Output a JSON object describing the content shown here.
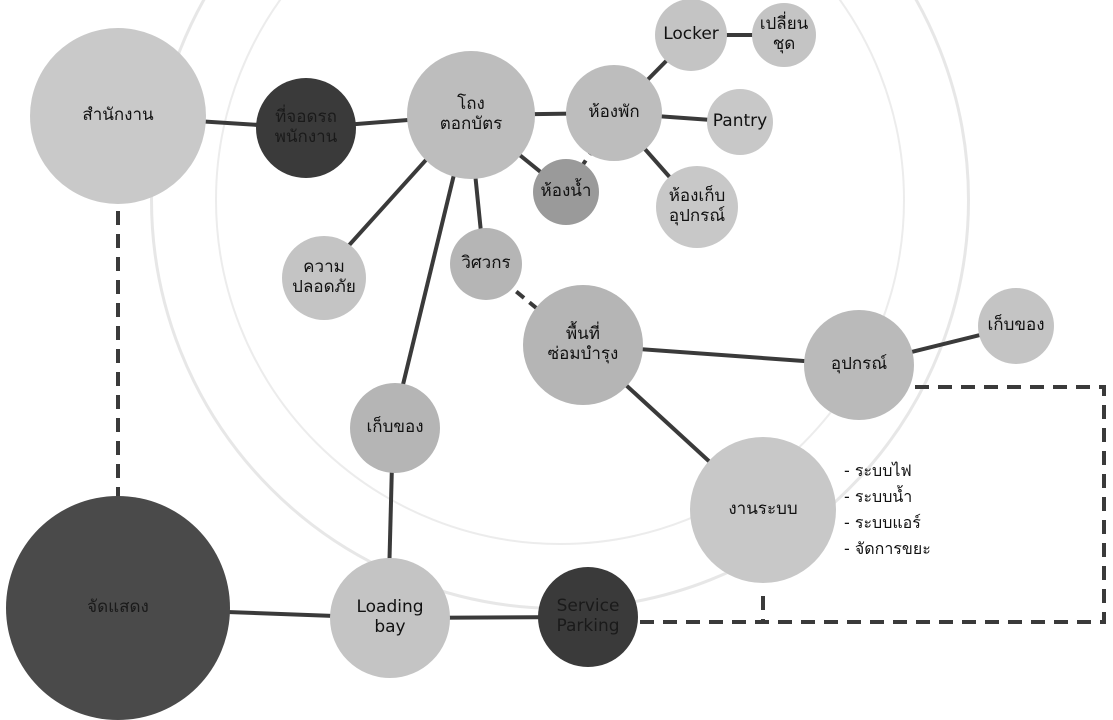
{
  "diagram": {
    "nodes": [
      {
        "id": "office",
        "label": "สำนักงาน",
        "tone": "light"
      },
      {
        "id": "staff-parking",
        "label": "ที่จอดรถ\nพนักงาน",
        "tone": "dark"
      },
      {
        "id": "ticket",
        "label": "โถง\nตอกบัตร",
        "tone": "light"
      },
      {
        "id": "lounge",
        "label": "ห้องพัก",
        "tone": "light"
      },
      {
        "id": "locker",
        "label": "Locker",
        "tone": "light"
      },
      {
        "id": "changing",
        "label": "เปลี่ยน\nชุด",
        "tone": "light"
      },
      {
        "id": "pantry",
        "label": "Pantry",
        "tone": "light"
      },
      {
        "id": "restroom",
        "label": "ห้องน้ำ",
        "tone": "light"
      },
      {
        "id": "equipment-store",
        "label": "ห้องเก็บ\nอุปกรณ์",
        "tone": "light"
      },
      {
        "id": "security",
        "label": "ความ\nปลอดภัย",
        "tone": "light"
      },
      {
        "id": "engineer",
        "label": "วิศวกร",
        "tone": "light"
      },
      {
        "id": "maintenance",
        "label": "พื้นที่\nซ่อมบำรุง",
        "tone": "light"
      },
      {
        "id": "equipment",
        "label": "อุปกรณ์",
        "tone": "light"
      },
      {
        "id": "storage-right",
        "label": "เก็บของ",
        "tone": "light"
      },
      {
        "id": "storage",
        "label": "เก็บของ",
        "tone": "light"
      },
      {
        "id": "systems",
        "label": "งานระบบ",
        "tone": "light"
      },
      {
        "id": "exhibition",
        "label": "จัดแสดง",
        "tone": "dark"
      },
      {
        "id": "loading",
        "label": "Loading\nbay",
        "tone": "light"
      },
      {
        "id": "service-parking",
        "label": "Service\nParking",
        "tone": "dark"
      }
    ],
    "edges": [
      {
        "from": "office",
        "to": "staff-parking",
        "style": "solid"
      },
      {
        "from": "staff-parking",
        "to": "ticket",
        "style": "solid"
      },
      {
        "from": "ticket",
        "to": "lounge",
        "style": "solid"
      },
      {
        "from": "lounge",
        "to": "locker",
        "style": "solid"
      },
      {
        "from": "locker",
        "to": "changing",
        "style": "solid"
      },
      {
        "from": "lounge",
        "to": "pantry",
        "style": "solid"
      },
      {
        "from": "lounge",
        "to": "restroom",
        "style": "dashed"
      },
      {
        "from": "ticket",
        "to": "restroom",
        "style": "solid"
      },
      {
        "from": "lounge",
        "to": "equipment-store",
        "style": "solid"
      },
      {
        "from": "ticket",
        "to": "security",
        "style": "solid"
      },
      {
        "from": "ticket",
        "to": "engineer",
        "style": "solid"
      },
      {
        "from": "ticket",
        "to": "storage",
        "style": "solid"
      },
      {
        "from": "engineer",
        "to": "maintenance",
        "style": "dashed"
      },
      {
        "from": "maintenance",
        "to": "equipment",
        "style": "solid"
      },
      {
        "from": "equipment",
        "to": "storage-right",
        "style": "solid"
      },
      {
        "from": "maintenance",
        "to": "systems",
        "style": "solid"
      },
      {
        "from": "storage",
        "to": "loading",
        "style": "solid"
      },
      {
        "from": "office",
        "to": "exhibition",
        "style": "dashed"
      },
      {
        "from": "exhibition",
        "to": "loading",
        "style": "solid"
      },
      {
        "from": "loading",
        "to": "service-parking",
        "style": "solid"
      },
      {
        "from": "service-parking",
        "to": "equipment",
        "style": "dashed"
      },
      {
        "from": "service-parking",
        "to": "systems",
        "style": "dashed"
      }
    ],
    "systems_notes": [
      "- ระบบไฟ",
      "- ระบบน้ำ",
      "- ระบบแอร์",
      "- จัดการขยะ"
    ]
  }
}
